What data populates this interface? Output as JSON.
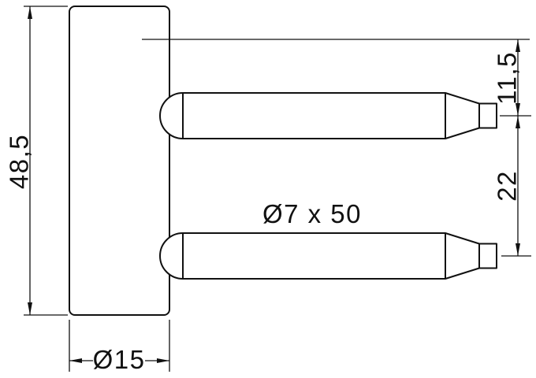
{
  "drawing": {
    "background_color": "#ffffff",
    "line_color": "#111111",
    "dimensions": {
      "overall_height": "48,5",
      "body_diameter": "Ø15",
      "pin_spec": "Ø7 x 50",
      "top_pin_offset": "11,5",
      "pin_center_distance": "22"
    }
  }
}
